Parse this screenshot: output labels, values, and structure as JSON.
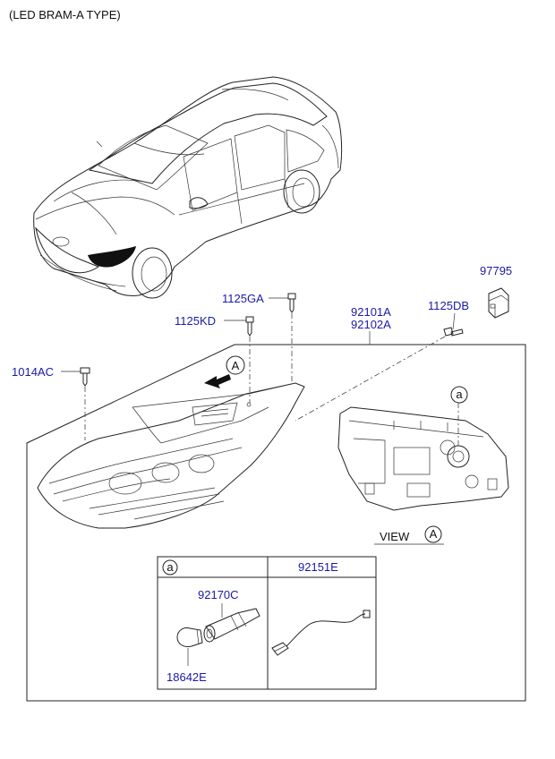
{
  "header": {
    "title": "(LED BRAM-A TYPE)"
  },
  "parts": {
    "p97795": "97795",
    "p1125GA": "1125GA",
    "p1125DB": "1125DB",
    "p92101A": "92101A",
    "p92102A": "92102A",
    "p1125KD": "1125KD",
    "p1014AC": "1014AC",
    "p92151E": "92151E",
    "p92170C": "92170C",
    "p18642E": "18642E"
  },
  "callouts": {
    "view_label": "VIEW",
    "A": "A",
    "a": "a"
  },
  "colors": {
    "part_number": "#1a1aa8",
    "line": "#222222"
  }
}
